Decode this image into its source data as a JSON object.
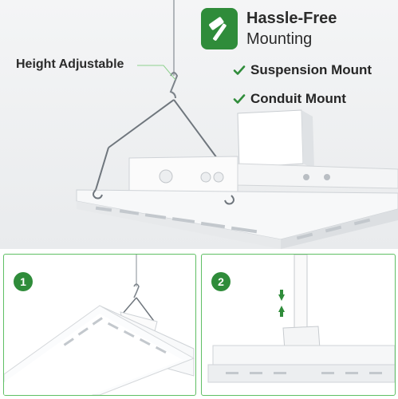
{
  "feature": {
    "icon": "hammer-icon",
    "title": "Hassle-Free",
    "subtitle": "Mounting"
  },
  "mounts": [
    {
      "icon": "check-icon",
      "label": "Suspension Mount"
    },
    {
      "icon": "check-icon",
      "label": "Conduit Mount"
    }
  ],
  "height_label": "Height Adjustable",
  "steps": [
    {
      "number": "1"
    },
    {
      "number": "2"
    }
  ],
  "colors": {
    "accent_green": "#2f8c3a",
    "border_green": "#5fbf64",
    "fixture_white": "#f7f8f9"
  }
}
